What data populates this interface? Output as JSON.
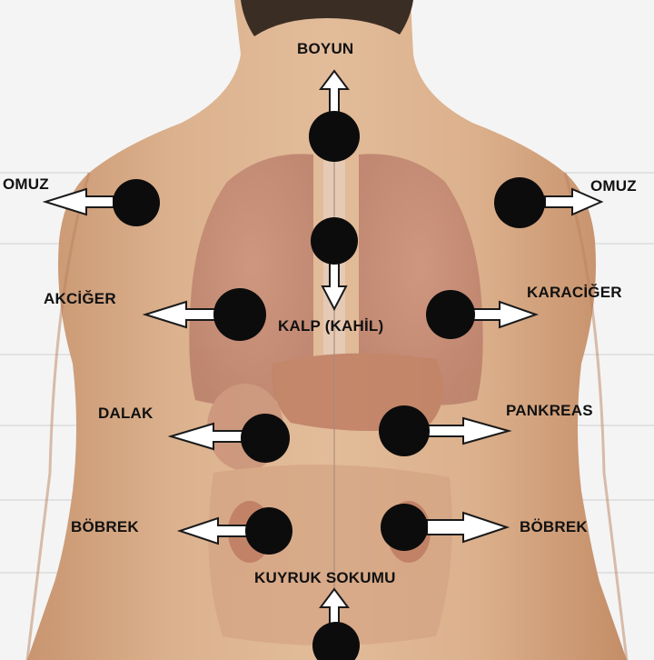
{
  "labels": {
    "neck": "BOYUN",
    "shoulder_left": "OMUZ",
    "shoulder_right": "OMUZ",
    "lung": "AKCİĞER",
    "liver": "KARACİĞER",
    "heart": "KALP (KAHİL)",
    "spleen": "DALAK",
    "pancreas": "PANKREAS",
    "kidney_left": "BÖBREK",
    "kidney_right": "BÖBREK",
    "tailbone": "KUYRUK SOKUMU"
  },
  "colors": {
    "background": "#f4f4f4",
    "skin": "#d8ab86",
    "marker": "#0c0c0c",
    "arrow_fill": "#ffffff",
    "arrow_stroke": "#1a1a1a",
    "label": "#111111"
  }
}
